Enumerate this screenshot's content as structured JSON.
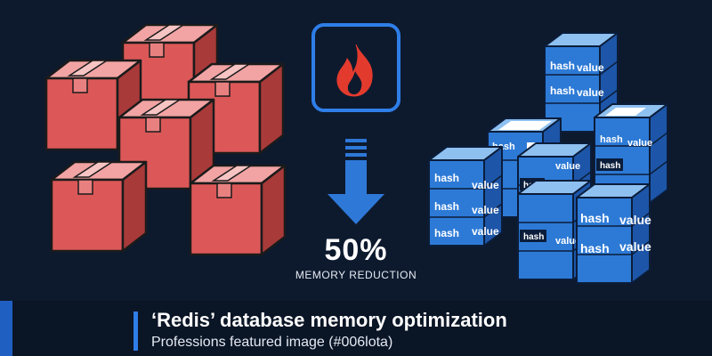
{
  "stat": {
    "value": "50%",
    "label": "MEMORY REDUCTION"
  },
  "banner": {
    "title": "‘Redis’ database memory optimization",
    "subtitle": "Professions featured image (#006lota)"
  },
  "blocks": {
    "key_label": "hash",
    "value_label": "value"
  },
  "icons": {
    "center": "fire-icon",
    "arrow": "arrow-down-icon"
  },
  "colors": {
    "background": "#0d1a2e",
    "box_red": "#e05a5a",
    "block_blue": "#2d7ad6",
    "accent_blue": "#1f5fc2"
  }
}
